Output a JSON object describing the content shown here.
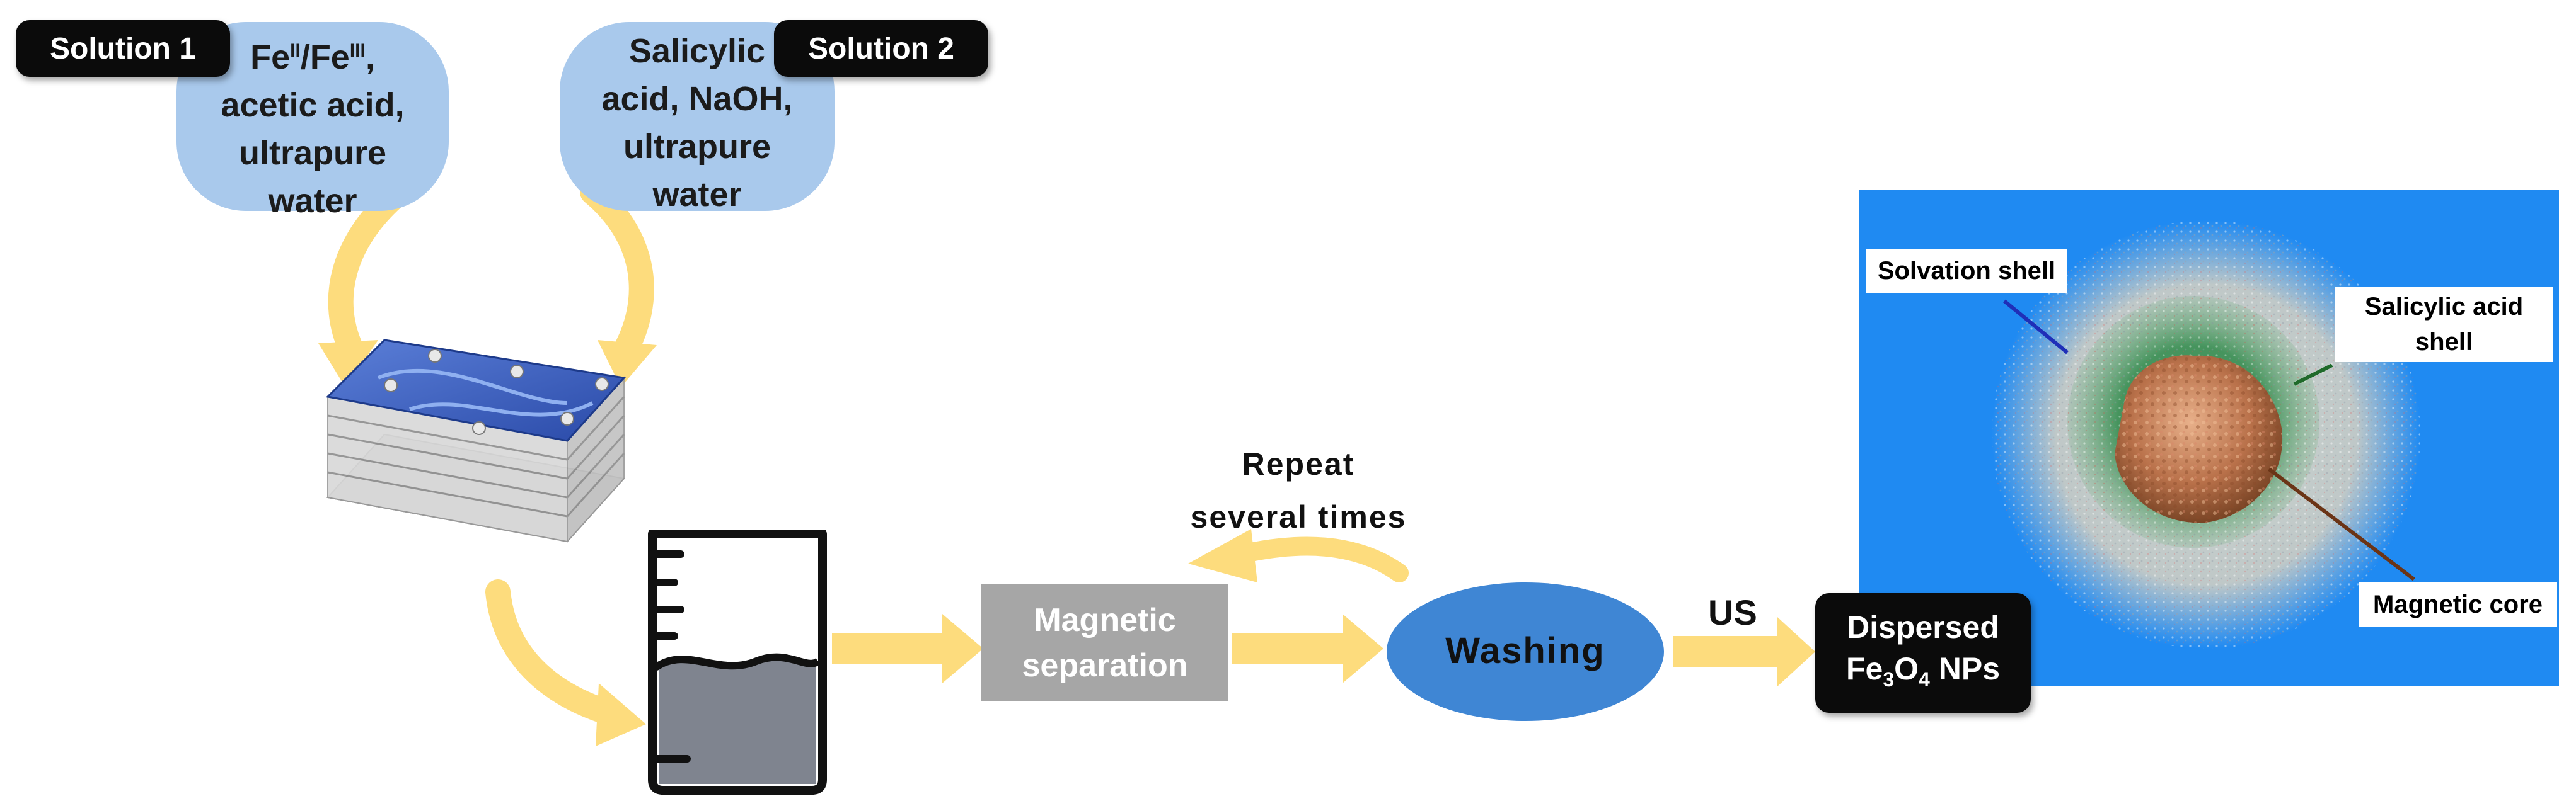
{
  "solution1": {
    "tag": "Solution 1",
    "lines": [
      "acetic acid,",
      "ultrapure",
      "water"
    ],
    "fe_base": "Fe",
    "fe_sup1": "II",
    "fe_slash": "/Fe",
    "fe_sup2": "III",
    "fe_comma": ","
  },
  "solution2": {
    "tag": "Solution 2",
    "lines": [
      "Salicylic",
      "acid, NaOH,",
      "ultrapure",
      "water"
    ]
  },
  "steps": {
    "magnetic_separation": [
      "Magnetic",
      "separation"
    ],
    "washing": "Washing",
    "repeat": [
      "Repeat",
      "several times"
    ],
    "us": "US",
    "dispersed_line1": "Dispersed",
    "dispersed_fe": "Fe",
    "dispersed_sub3": "3",
    "dispersed_o": "O",
    "dispersed_sub4": "4",
    "dispersed_nps": " NPs"
  },
  "nanoparticle": {
    "solvation_shell": "Solvation shell",
    "salicylic_shell": [
      "Salicylic acid",
      "shell"
    ],
    "magnetic_core": "Magnetic core"
  },
  "colors": {
    "arrow": "#fddc7d",
    "blob": "#a9c9ec",
    "grey_box": "#a6a6a6",
    "washing": "#3f86d4",
    "panel": "#1f8af2",
    "label_bg": "#ffffff"
  }
}
